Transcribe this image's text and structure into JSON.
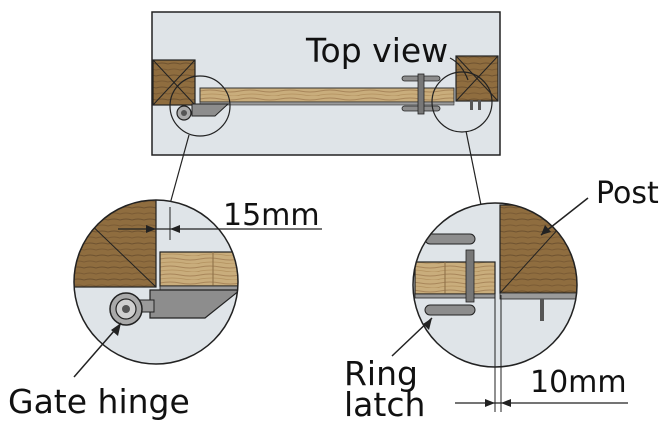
{
  "labels": {
    "top_view": "Top view",
    "post": "Post",
    "gap_hinge": "15mm",
    "gap_latch": "10mm",
    "gate_hinge": "Gate hinge",
    "ring_latch_line1": "Ring",
    "ring_latch_line2": "latch"
  },
  "colors": {
    "panel": "#dfe4e8",
    "wood_light": "#e0cfa8",
    "wood_dark": "#8a6a3c",
    "metal": "#8d8d8d",
    "outline": "#222222"
  }
}
